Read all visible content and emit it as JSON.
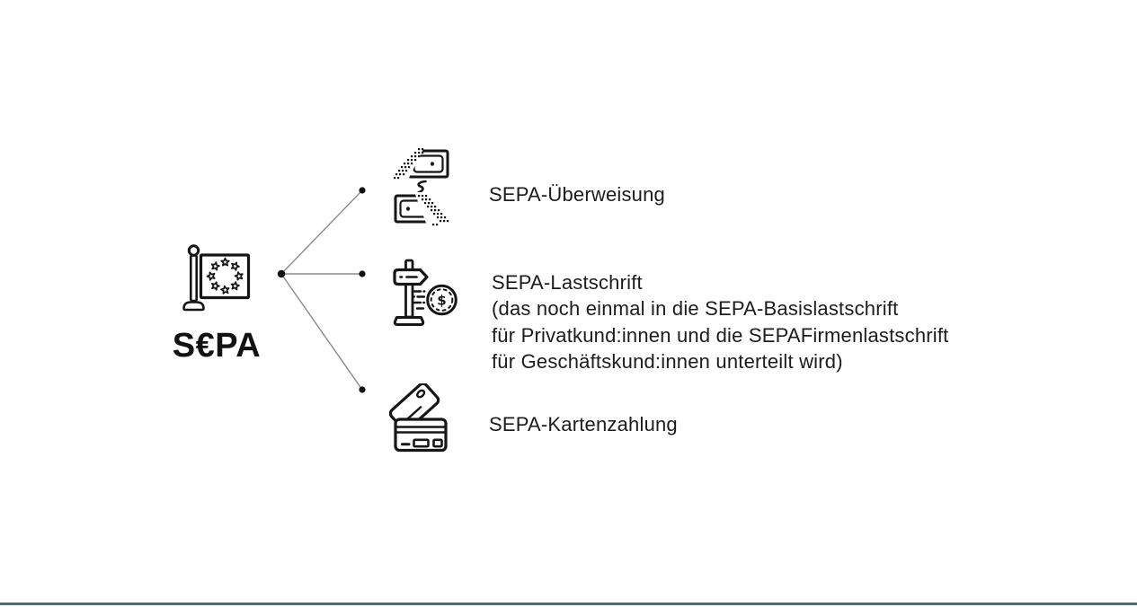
{
  "theme": {
    "ink": "#161616",
    "connector": "#8a8a8a",
    "node_dot": "#111111",
    "footer_bar": "#4d6973",
    "background": "#ffffff"
  },
  "diagram": {
    "root": {
      "icon": "eu-flag-icon",
      "label": "S€PA"
    },
    "branches": [
      {
        "icon": "banknote-transfer-icon",
        "lines": [
          "SEPA-Überweisung"
        ]
      },
      {
        "icon": "signpost-coin-icon",
        "lines": [
          "SEPA-Lastschrift",
          "(das noch einmal in die SEPA-Basislastschrift",
          "für Privatkund:innen und die SEPAFirmenlastschrift",
          "für Geschäftskund:innen unterteilt wird)"
        ]
      },
      {
        "icon": "credit-cards-icon",
        "lines": [
          "SEPA-Kartenzahlung"
        ]
      }
    ]
  }
}
